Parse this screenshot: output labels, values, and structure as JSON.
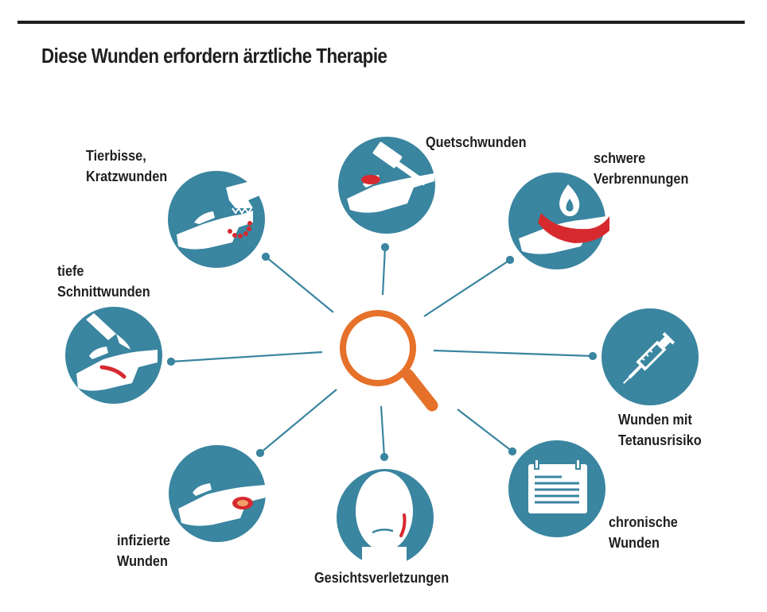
{
  "title": "Diese Wunden erfordern ärztliche Therapie",
  "colors": {
    "circle": "#3a85a0",
    "hand": "#ffffff",
    "wound": "#d62a2f",
    "magnifier": "#e5712a",
    "line": "#3a85a0"
  },
  "center": {
    "icon": "magnifier-icon"
  },
  "nodes": [
    {
      "id": "tierbisse",
      "lines": [
        "Tierbisse,",
        "Kratzwunden"
      ],
      "icon": "animal-bite-icon"
    },
    {
      "id": "quetschwunden",
      "lines": [
        "Quetschwunden"
      ],
      "icon": "hammer-hand-icon"
    },
    {
      "id": "verbrennungen",
      "lines": [
        "schwere",
        "Verbrennungen"
      ],
      "icon": "flame-hand-icon"
    },
    {
      "id": "schnittwunden",
      "lines": [
        "tiefe",
        "Schnittwunden"
      ],
      "icon": "scalpel-hand-icon"
    },
    {
      "id": "tetanus",
      "lines": [
        "Wunden mit",
        "Tetanusrisiko"
      ],
      "icon": "syringe-icon"
    },
    {
      "id": "infiziert",
      "lines": [
        "infizierte",
        "Wunden"
      ],
      "icon": "infected-hand-icon"
    },
    {
      "id": "gesicht",
      "lines": [
        "Gesichtsverletzungen"
      ],
      "icon": "face-icon"
    },
    {
      "id": "chronisch",
      "lines": [
        "chronische",
        "Wunden"
      ],
      "icon": "calendar-icon"
    }
  ]
}
